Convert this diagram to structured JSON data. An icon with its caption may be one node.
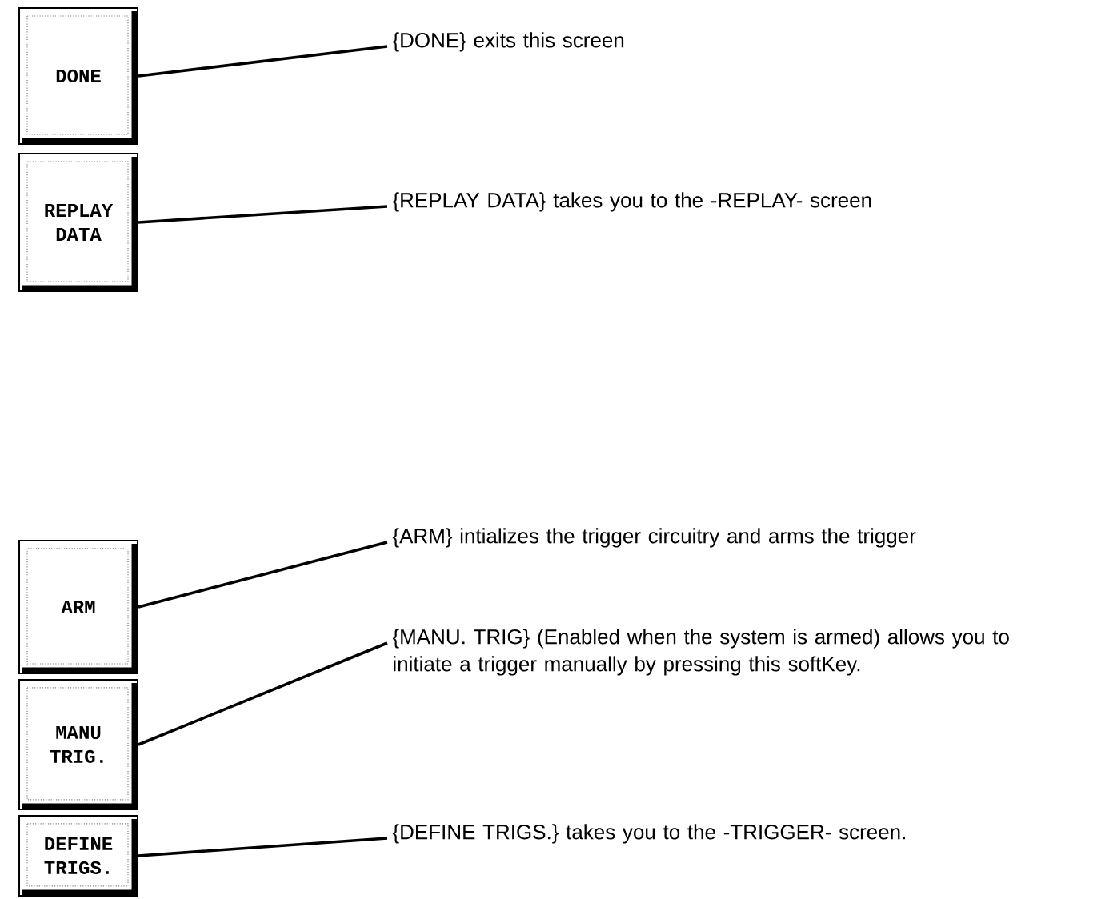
{
  "diagram": {
    "nodes": [
      {
        "text": [
          "DONE"
        ]
      },
      {
        "text": [
          "REPLAY DATA"
        ]
      },
      {
        "text": [
          "ARM"
        ]
      },
      {
        "text": [
          "MANU TRIG."
        ]
      },
      {
        "text": [
          "DEFINE TRIGS."
        ]
      },
      {
        "text": [
          "{DONE} exits this screen"
        ]
      },
      {
        "text": [
          "{REPLAY DATA} takes you to the -REPLAY- screen"
        ]
      },
      {
        "text": [
          "{ARM} intializes the trigger circuitry and arms the trigger"
        ]
      },
      {
        "text": [
          "{MANU. TRIG} (Enabled when the system is armed)  allows you to initiate a trigger manually by pressing this softKey."
        ]
      },
      {
        "text": [
          "{DEFINE TRIGS.}  takes you to the -TRIGGER- screen."
        ]
      }
    ],
    "edges": [
      {
        "from": 5,
        "to": 0,
        "arrow": "none"
      },
      {
        "from": 6,
        "to": 1,
        "arrow": "none"
      },
      {
        "from": 7,
        "to": 2,
        "arrow": "none"
      },
      {
        "from": 8,
        "to": 3,
        "arrow": "none"
      },
      {
        "from": 9,
        "to": 4,
        "arrow": "none"
      }
    ]
  }
}
